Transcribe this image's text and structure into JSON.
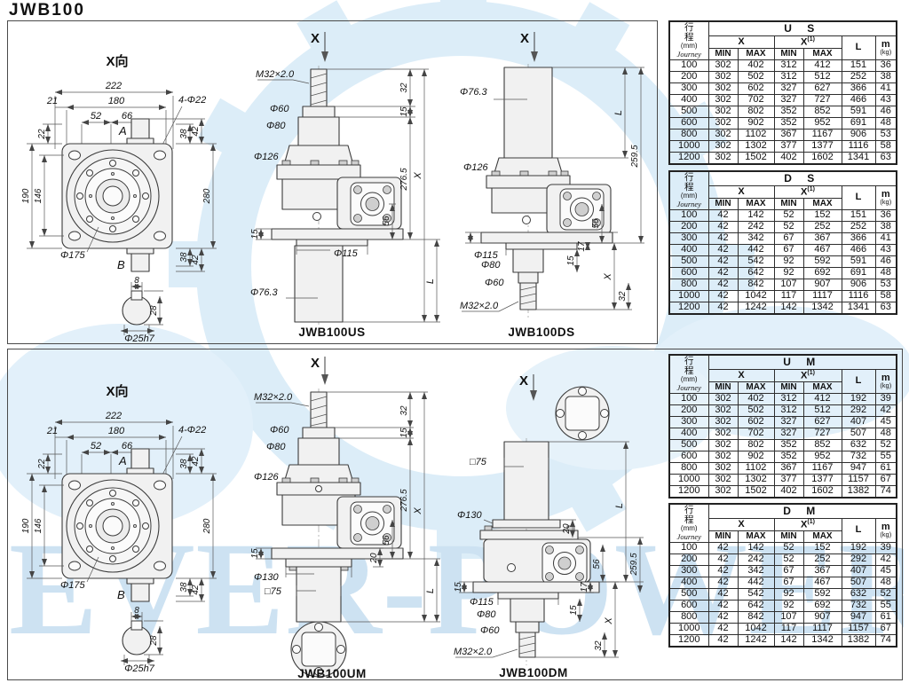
{
  "title": "JWB100",
  "watermark": {
    "text": "EVER-POWER",
    "color": "#cde2f2"
  },
  "drawings": {
    "xview": {
      "view": "X向",
      "d222": "222",
      "d180": "180",
      "d21": "21",
      "d52": "52",
      "d66": "66",
      "holes": "4-Φ22",
      "d22": "22",
      "d38t": "38",
      "d42t": "42",
      "d190": "190",
      "d146": "146",
      "d280": "280",
      "d175": "Φ175",
      "a": "A",
      "b": "B",
      "d38b": "38",
      "d42b": "42",
      "s8": "8",
      "s28": "28",
      "s25": "Φ25h7"
    },
    "us": {
      "x": "X",
      "m32": "M32×2.0",
      "d60": "Φ60",
      "d80": "Φ80",
      "d126": "Φ126",
      "d115": "Φ115",
      "d763": "Φ76.3",
      "d32": "32",
      "d15r": "15",
      "d2765": "276.5",
      "d56": "56",
      "l": "L",
      "d15l": "15",
      "caption": "JWB100US"
    },
    "ds": {
      "x": "X",
      "d763": "Φ76.3",
      "l": "L",
      "d126": "Φ126",
      "d115": "Φ115",
      "d80": "Φ80",
      "d60": "Φ60",
      "m32": "M32×2.0",
      "d2595": "259.5",
      "d56": "56",
      "d17": "17",
      "d15r": "15",
      "d32": "32",
      "d15l": "15",
      "caption": "JWB100DS"
    },
    "um": {
      "x": "X",
      "m32": "M32×2.0",
      "d60": "Φ60",
      "d80": "Φ80",
      "d126": "Φ126",
      "d130": "Φ130",
      "sq75": "□75",
      "d32": "32",
      "d15r": "15",
      "d2765": "276.5",
      "d56": "56",
      "d20": "20",
      "l": "L",
      "d15l": "15",
      "caption": "JWB100UM"
    },
    "dm": {
      "x": "X",
      "sq75": "□75",
      "d130": "Φ130",
      "d20": "20",
      "l": "L",
      "d115": "Φ115",
      "d80": "Φ80",
      "d60": "Φ60",
      "m32": "M32×2.0",
      "d2595": "259.5",
      "d56": "56",
      "d17": "17",
      "d15r": "15",
      "d32": "32",
      "d15l": "15",
      "caption": "JWB100DM"
    }
  },
  "tables": [
    {
      "name": "US",
      "title": "U S",
      "journey_cn": "行程",
      "journey_mm": "(mm)",
      "journey_en": "Journey",
      "col_x": "X",
      "col_x1": "X",
      "col_x1_sup": "(1)",
      "col_l": "L",
      "col_m": "m",
      "col_m_unit": "(kg)",
      "minmax": [
        "MIN",
        "MAX",
        "MIN",
        "MAX"
      ],
      "rows": [
        [
          100,
          302,
          402,
          312,
          412,
          151,
          36
        ],
        [
          200,
          302,
          502,
          312,
          512,
          252,
          38
        ],
        [
          300,
          302,
          602,
          327,
          627,
          366,
          41
        ],
        [
          400,
          302,
          702,
          327,
          727,
          466,
          43
        ],
        [
          500,
          302,
          802,
          352,
          852,
          591,
          46
        ],
        [
          600,
          302,
          902,
          352,
          952,
          691,
          48
        ],
        [
          800,
          302,
          1102,
          367,
          1167,
          906,
          53
        ],
        [
          1000,
          302,
          1302,
          377,
          1377,
          1116,
          58
        ],
        [
          1200,
          302,
          1502,
          402,
          1602,
          1341,
          63
        ]
      ]
    },
    {
      "name": "DS",
      "title": "D S",
      "journey_cn": "行程",
      "journey_mm": "(mm)",
      "journey_en": "Journey",
      "col_x": "X",
      "col_x1": "X",
      "col_x1_sup": "(1)",
      "col_l": "L",
      "col_m": "m",
      "col_m_unit": "(kg)",
      "minmax": [
        "MIN",
        "MAX",
        "MIN",
        "MAX"
      ],
      "rows": [
        [
          100,
          42,
          142,
          52,
          152,
          151,
          36
        ],
        [
          200,
          42,
          242,
          52,
          252,
          252,
          38
        ],
        [
          300,
          42,
          342,
          67,
          367,
          366,
          41
        ],
        [
          400,
          42,
          442,
          67,
          467,
          466,
          43
        ],
        [
          500,
          42,
          542,
          92,
          592,
          591,
          46
        ],
        [
          600,
          42,
          642,
          92,
          692,
          691,
          48
        ],
        [
          800,
          42,
          842,
          107,
          907,
          906,
          53
        ],
        [
          1000,
          42,
          1042,
          117,
          1117,
          1116,
          58
        ],
        [
          1200,
          42,
          1242,
          142,
          1342,
          1341,
          63
        ]
      ]
    },
    {
      "name": "UM",
      "title": "U M",
      "journey_cn": "行程",
      "journey_mm": "(mm)",
      "journey_en": "Journey",
      "col_x": "X",
      "col_x1": "X",
      "col_x1_sup": "(1)",
      "col_l": "L",
      "col_m": "m",
      "col_m_unit": "(kg)",
      "minmax": [
        "MIN",
        "MAX",
        "MIN",
        "MAX"
      ],
      "rows": [
        [
          100,
          302,
          402,
          312,
          412,
          192,
          39
        ],
        [
          200,
          302,
          502,
          312,
          512,
          292,
          42
        ],
        [
          300,
          302,
          602,
          327,
          627,
          407,
          45
        ],
        [
          400,
          302,
          702,
          327,
          727,
          507,
          48
        ],
        [
          500,
          302,
          802,
          352,
          852,
          632,
          52
        ],
        [
          600,
          302,
          902,
          352,
          952,
          732,
          55
        ],
        [
          800,
          302,
          1102,
          367,
          1167,
          947,
          61
        ],
        [
          1000,
          302,
          1302,
          377,
          1377,
          1157,
          67
        ],
        [
          1200,
          302,
          1502,
          402,
          1602,
          1382,
          74
        ]
      ]
    },
    {
      "name": "DM",
      "title": "D M",
      "journey_cn": "行程",
      "journey_mm": "(mm)",
      "journey_en": "Journey",
      "col_x": "X",
      "col_x1": "X",
      "col_x1_sup": "(1)",
      "col_l": "L",
      "col_m": "m",
      "col_m_unit": "(kg)",
      "minmax": [
        "MIN",
        "MAX",
        "MIN",
        "MAX"
      ],
      "rows": [
        [
          100,
          42,
          142,
          52,
          152,
          192,
          39
        ],
        [
          200,
          42,
          242,
          52,
          252,
          292,
          42
        ],
        [
          300,
          42,
          342,
          67,
          367,
          407,
          45
        ],
        [
          400,
          42,
          442,
          67,
          467,
          507,
          48
        ],
        [
          500,
          42,
          542,
          92,
          592,
          632,
          52
        ],
        [
          600,
          42,
          642,
          92,
          692,
          732,
          55
        ],
        [
          800,
          42,
          842,
          107,
          907,
          947,
          61
        ],
        [
          1000,
          42,
          1042,
          117,
          1117,
          1157,
          67
        ],
        [
          1200,
          42,
          1242,
          142,
          1342,
          1382,
          74
        ]
      ]
    }
  ]
}
